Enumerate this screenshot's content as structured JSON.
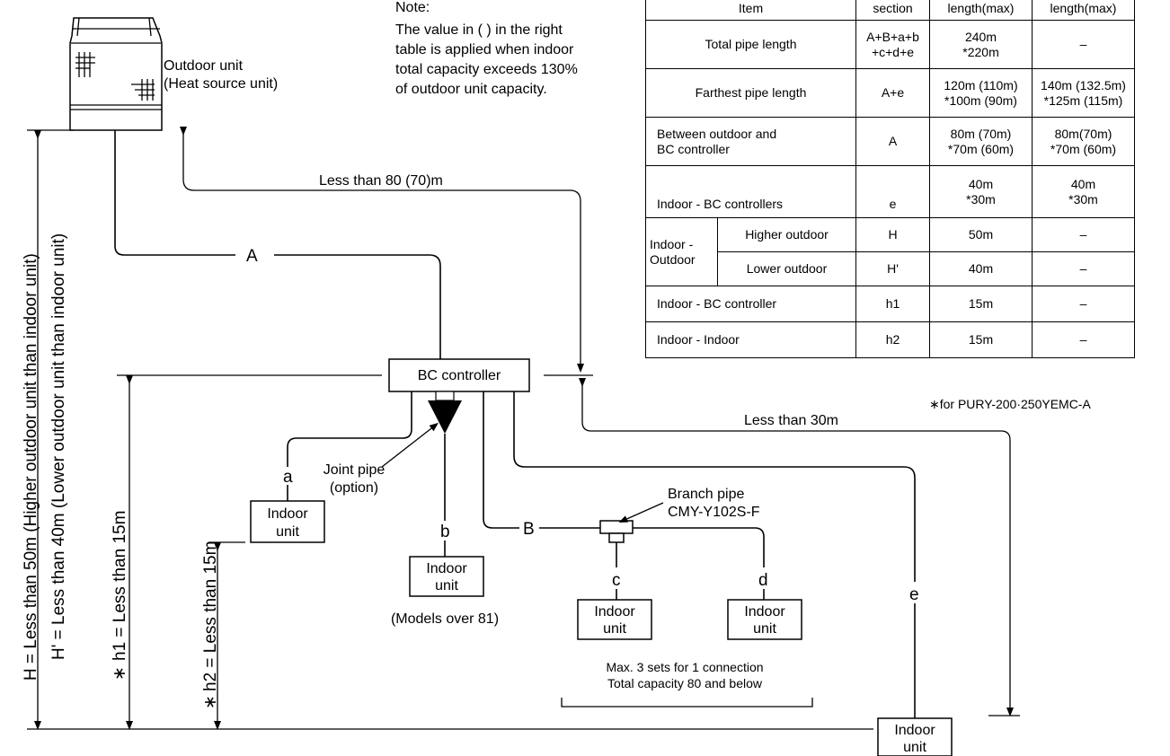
{
  "note": {
    "heading": "Note:",
    "lines": [
      "The value in ( ) in the right",
      "table is applied when indoor",
      "total capacity exceeds 130%",
      "of outdoor unit capacity."
    ]
  },
  "outdoor_unit": {
    "line1": "Outdoor unit",
    "line2": "(Heat source unit)"
  },
  "bc_controller": "BC controller",
  "indoor_unit": {
    "line1": "Indoor",
    "line2": "unit"
  },
  "joint_pipe": {
    "line1": "Joint pipe",
    "line2": "(option)"
  },
  "branch_pipe": {
    "line1": "Branch pipe",
    "line2": "CMY-Y102S-F"
  },
  "models_note": "(Models over 81)",
  "max_sets": {
    "line1": "Max. 3 sets for 1 connection",
    "line2": "Total capacity 80 and below"
  },
  "pipe_labels": {
    "A": "A",
    "B": "B",
    "a": "a",
    "b": "b",
    "c": "c",
    "d": "d",
    "e": "e"
  },
  "distances": {
    "less_80": "Less than 80 (70)m",
    "less_30": "Less than 30m",
    "H": "H = Less than 50m (Higher outdoor unit than indoor unit)",
    "H_prime": "H' = Less than 40m (Lower outdoor unit than indoor unit)",
    "h1": "h1 = Less than 15m",
    "h2": "h2 = Less than 15m",
    "asterisk": "∗"
  },
  "table": {
    "header": [
      "Item",
      "section",
      "length(max)",
      "length(max)"
    ],
    "rows": [
      {
        "item": "Total pipe length",
        "section": [
          "A+B+a+b",
          "+c+d+e"
        ],
        "col3": [
          "240m",
          "*220m"
        ],
        "col4": [
          "–"
        ]
      },
      {
        "item": "Farthest pipe length",
        "section": [
          "A+e"
        ],
        "col3": [
          "120m (110m)",
          "*100m (90m)"
        ],
        "col4": [
          "140m (132.5m)",
          "*125m (115m)"
        ]
      },
      {
        "item": [
          "Between outdoor and",
          "BC controller"
        ],
        "section": [
          "A"
        ],
        "col3": [
          "80m (70m)",
          "*70m (60m)"
        ],
        "col4": [
          "80m(70m)",
          "*70m (60m)"
        ]
      },
      {
        "item": "Indoor - BC controllers",
        "section": [
          "e"
        ],
        "col3": [
          "40m",
          "*30m"
        ],
        "col4": [
          "40m",
          "*30m"
        ]
      },
      {
        "group": [
          "Indoor -",
          "Outdoor"
        ],
        "item": "Higher outdoor",
        "section": [
          "H"
        ],
        "col3": [
          "50m"
        ],
        "col4": [
          "–"
        ]
      },
      {
        "item": "Lower outdoor",
        "section": [
          "H'"
        ],
        "col3": [
          "40m"
        ],
        "col4": [
          "–"
        ]
      },
      {
        "item": "Indoor - BC controller",
        "section": [
          "h1"
        ],
        "col3": [
          "15m"
        ],
        "col4": [
          "–"
        ]
      },
      {
        "item": "Indoor - Indoor",
        "section": [
          "h2"
        ],
        "col3": [
          "15m"
        ],
        "col4": [
          "–"
        ]
      }
    ],
    "footnote": "∗for PURY-200·250YEMC-A"
  }
}
